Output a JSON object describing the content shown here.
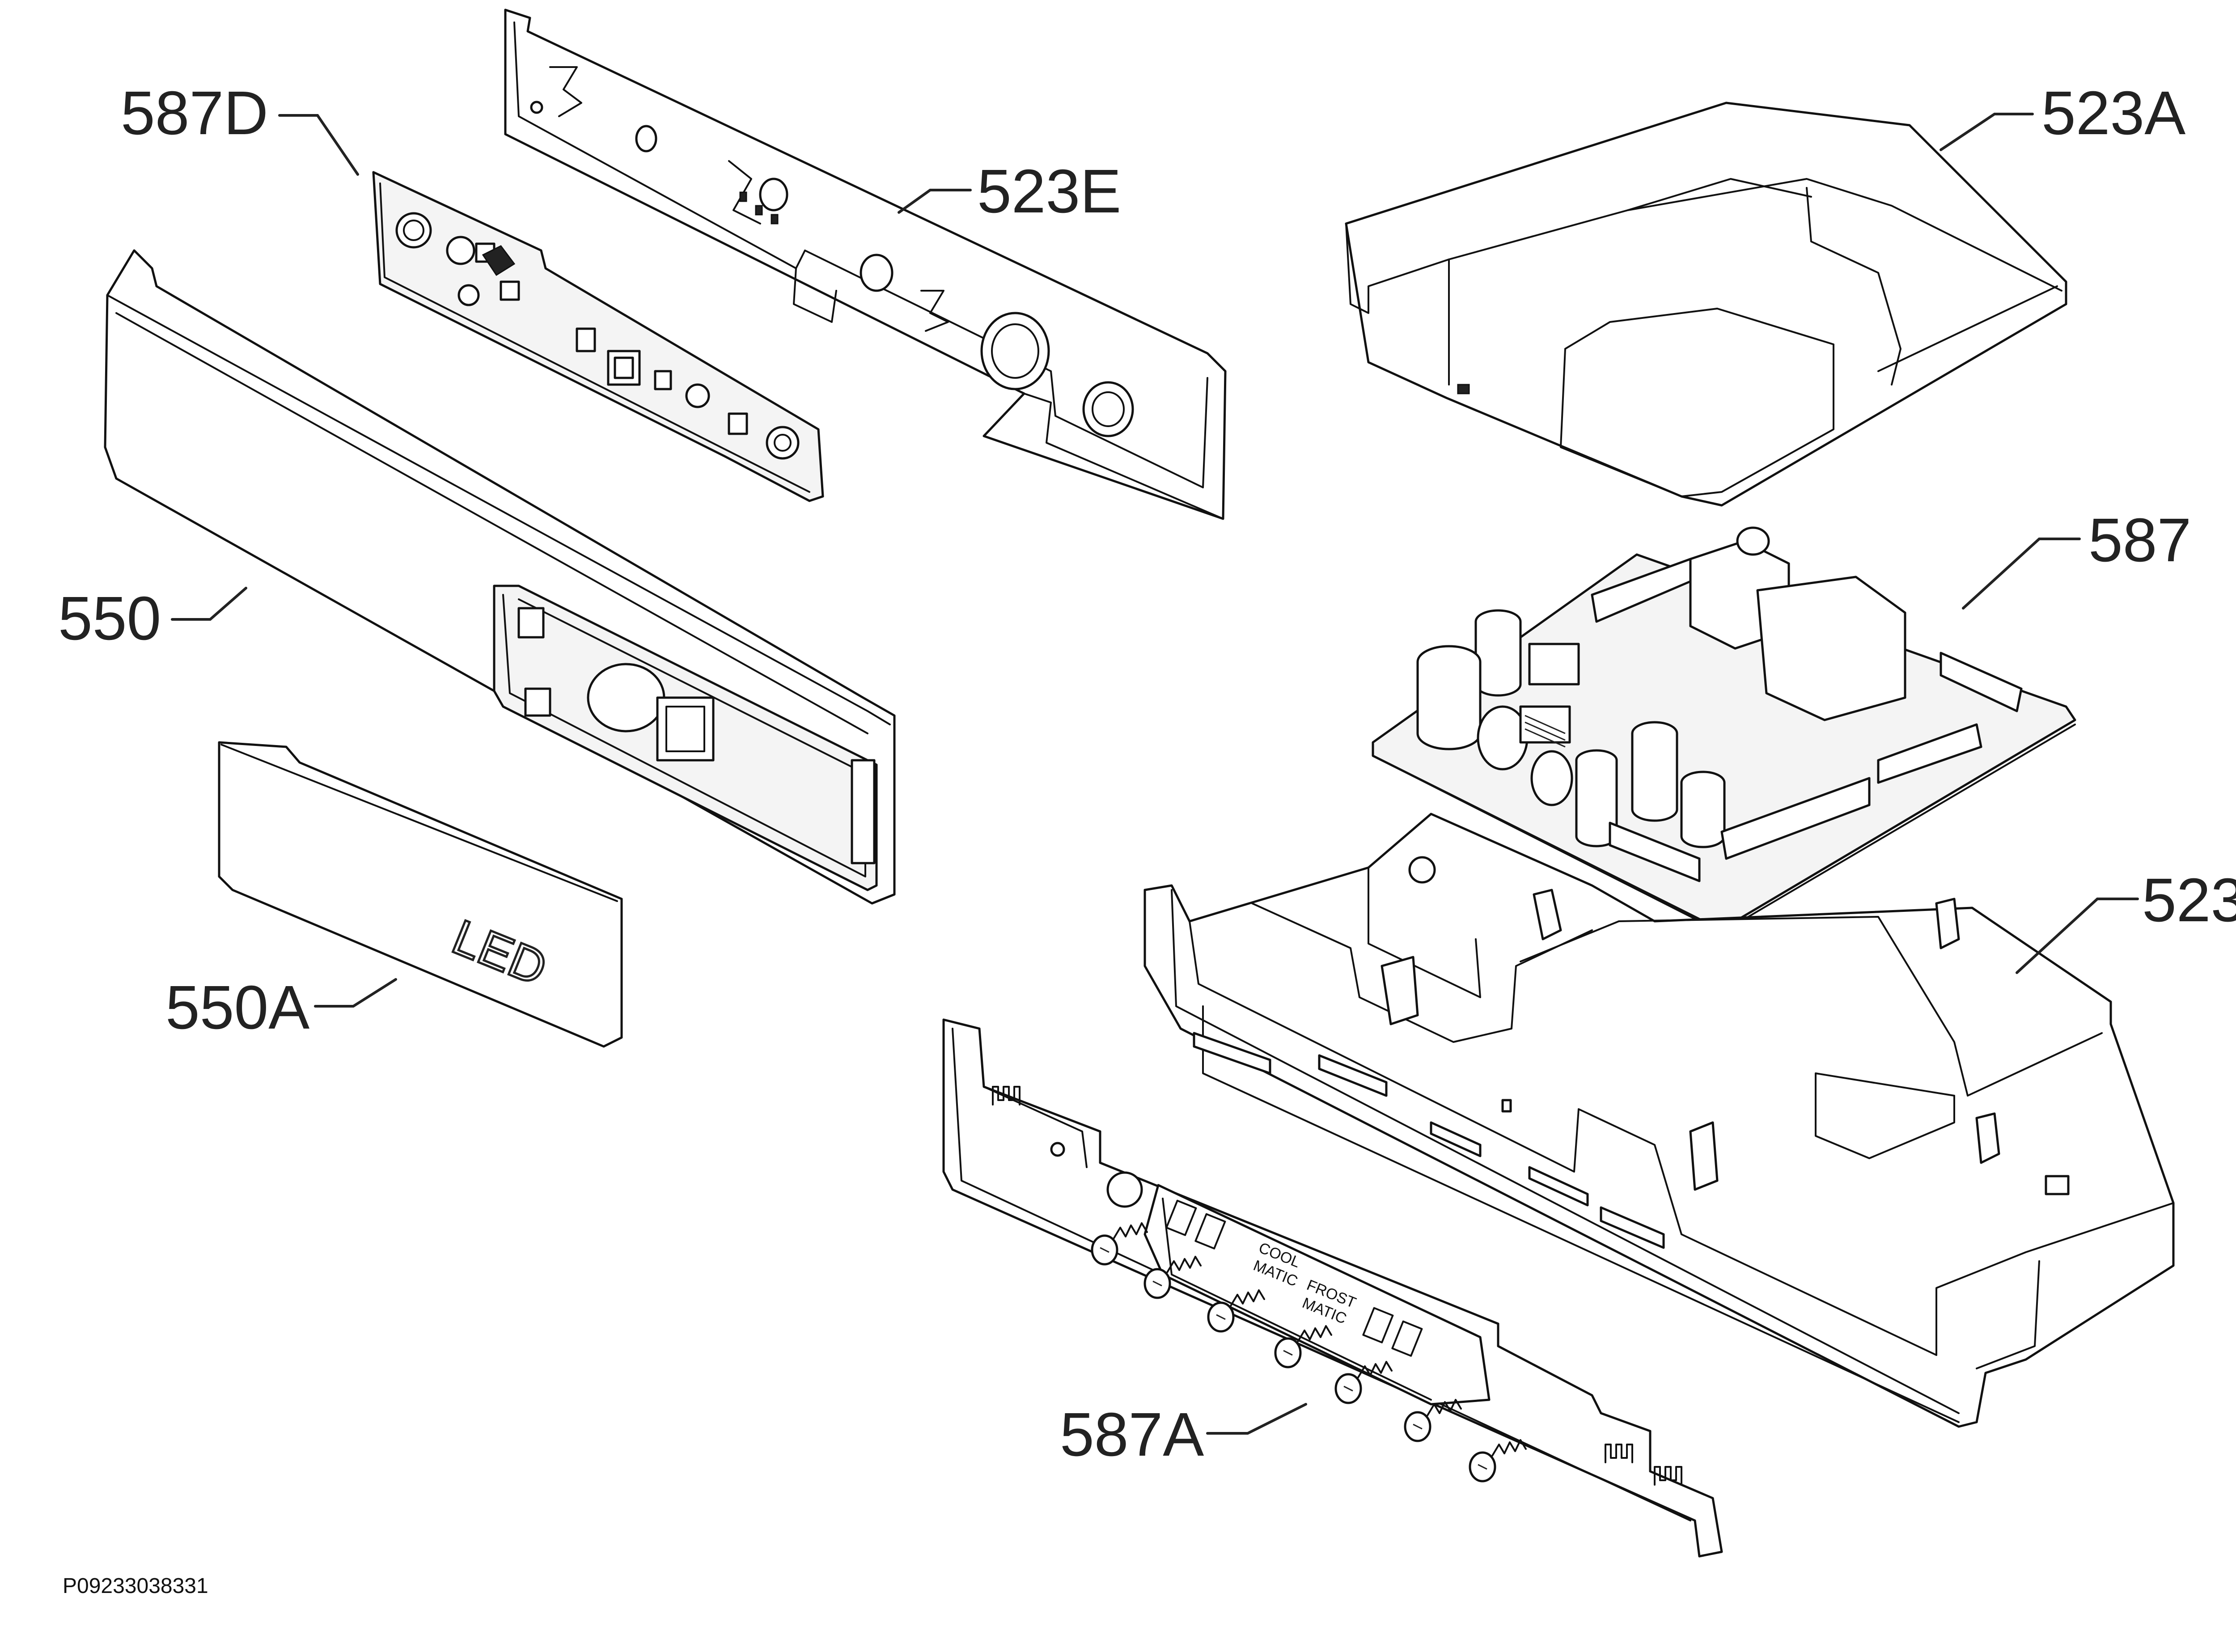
{
  "callouts": {
    "c587D": "587D",
    "c523E": "523E",
    "c523A": "523A",
    "c550": "550",
    "c587": "587",
    "c523": "523",
    "c550A": "550A",
    "c587A": "587A"
  },
  "parts": {
    "led_cover_text": "LED",
    "panel_text_cool": "COOL",
    "panel_text_matic": "MATIC",
    "panel_text_frost": "FROST",
    "panel_text_matic2": "MATIC"
  },
  "reference_code": "P09233038331"
}
